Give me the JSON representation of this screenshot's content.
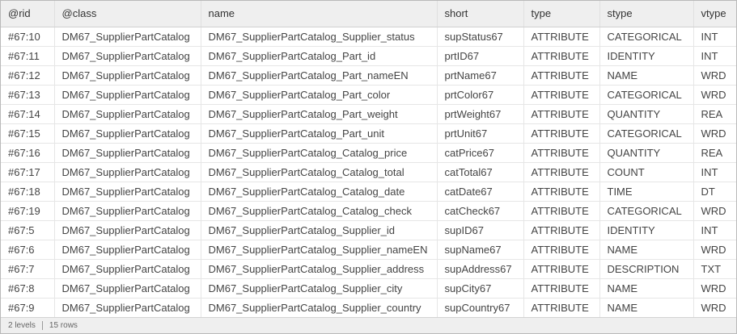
{
  "columns": [
    "@rid",
    "@class",
    "name",
    "short",
    "type",
    "stype",
    "vtype"
  ],
  "rows": [
    [
      "#67:10",
      "DM67_SupplierPartCatalog",
      "DM67_SupplierPartCatalog_Supplier_status",
      "supStatus67",
      "ATTRIBUTE",
      "CATEGORICAL",
      "INT"
    ],
    [
      "#67:11",
      "DM67_SupplierPartCatalog",
      "DM67_SupplierPartCatalog_Part_id",
      "prtID67",
      "ATTRIBUTE",
      "IDENTITY",
      "INT"
    ],
    [
      "#67:12",
      "DM67_SupplierPartCatalog",
      "DM67_SupplierPartCatalog_Part_nameEN",
      "prtName67",
      "ATTRIBUTE",
      "NAME",
      "WRD"
    ],
    [
      "#67:13",
      "DM67_SupplierPartCatalog",
      "DM67_SupplierPartCatalog_Part_color",
      "prtColor67",
      "ATTRIBUTE",
      "CATEGORICAL",
      "WRD"
    ],
    [
      "#67:14",
      "DM67_SupplierPartCatalog",
      "DM67_SupplierPartCatalog_Part_weight",
      "prtWeight67",
      "ATTRIBUTE",
      "QUANTITY",
      "REA"
    ],
    [
      "#67:15",
      "DM67_SupplierPartCatalog",
      "DM67_SupplierPartCatalog_Part_unit",
      "prtUnit67",
      "ATTRIBUTE",
      "CATEGORICAL",
      "WRD"
    ],
    [
      "#67:16",
      "DM67_SupplierPartCatalog",
      "DM67_SupplierPartCatalog_Catalog_price",
      "catPrice67",
      "ATTRIBUTE",
      "QUANTITY",
      "REA"
    ],
    [
      "#67:17",
      "DM67_SupplierPartCatalog",
      "DM67_SupplierPartCatalog_Catalog_total",
      "catTotal67",
      "ATTRIBUTE",
      "COUNT",
      "INT"
    ],
    [
      "#67:18",
      "DM67_SupplierPartCatalog",
      "DM67_SupplierPartCatalog_Catalog_date",
      "catDate67",
      "ATTRIBUTE",
      "TIME",
      "DT"
    ],
    [
      "#67:19",
      "DM67_SupplierPartCatalog",
      "DM67_SupplierPartCatalog_Catalog_check",
      "catCheck67",
      "ATTRIBUTE",
      "CATEGORICAL",
      "WRD"
    ],
    [
      "#67:5",
      "DM67_SupplierPartCatalog",
      "DM67_SupplierPartCatalog_Supplier_id",
      "supID67",
      "ATTRIBUTE",
      "IDENTITY",
      "INT"
    ],
    [
      "#67:6",
      "DM67_SupplierPartCatalog",
      "DM67_SupplierPartCatalog_Supplier_nameEN",
      "supName67",
      "ATTRIBUTE",
      "NAME",
      "WRD"
    ],
    [
      "#67:7",
      "DM67_SupplierPartCatalog",
      "DM67_SupplierPartCatalog_Supplier_address",
      "supAddress67",
      "ATTRIBUTE",
      "DESCRIPTION",
      "TXT"
    ],
    [
      "#67:8",
      "DM67_SupplierPartCatalog",
      "DM67_SupplierPartCatalog_Supplier_city",
      "supCity67",
      "ATTRIBUTE",
      "NAME",
      "WRD"
    ],
    [
      "#67:9",
      "DM67_SupplierPartCatalog",
      "DM67_SupplierPartCatalog_Supplier_country",
      "supCountry67",
      "ATTRIBUTE",
      "NAME",
      "WRD"
    ]
  ],
  "status": {
    "levels": "2 levels",
    "rows": "15 rows"
  }
}
